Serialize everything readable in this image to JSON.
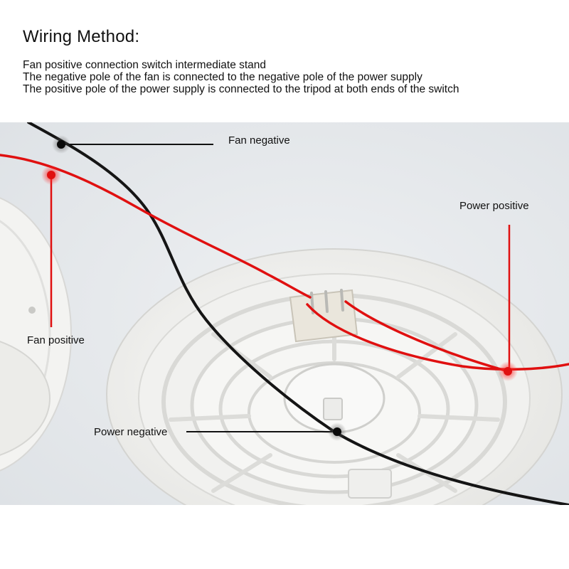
{
  "heading": "Wiring Method:",
  "instructions": [
    "Fan positive connection switch intermediate stand",
    "The negative pole of the fan is connected to the negative pole of the power supply",
    "The positive pole of the power supply is connected to the tripod at both ends of the switch"
  ],
  "labels": {
    "fan_negative": "Fan negative",
    "power_positive": "Power positive",
    "fan_positive": "Fan positive",
    "power_negative": "Power negative"
  },
  "colors": {
    "positive_wire": "#e01010",
    "negative_wire": "#151515",
    "background": "#e9ecef",
    "fan_body": "#f4f4f2"
  }
}
